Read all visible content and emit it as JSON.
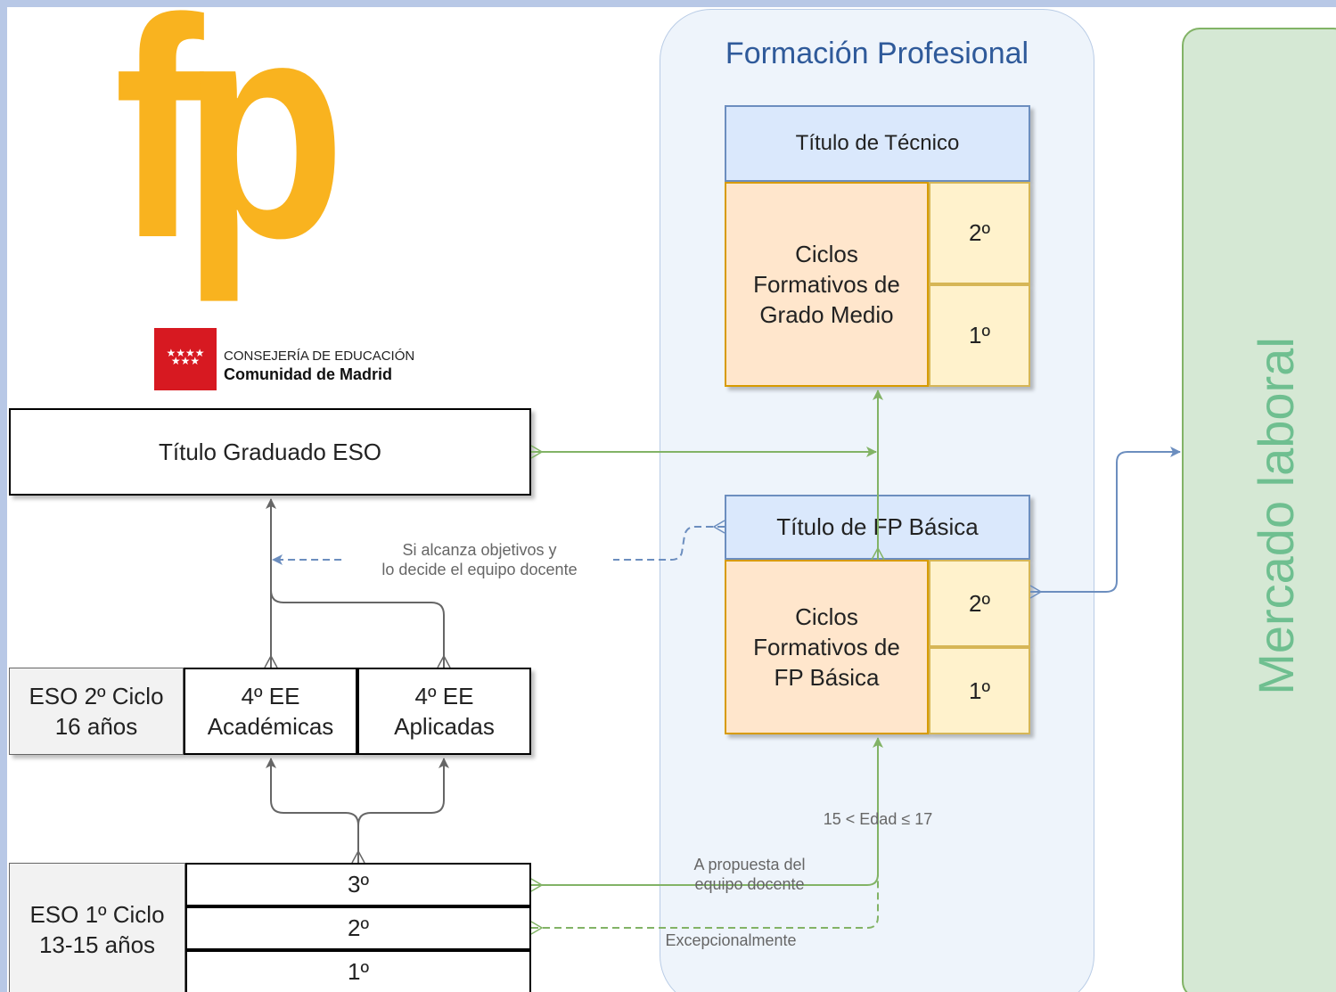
{
  "logo": {
    "fp_text": "fp",
    "line1": "CONSEJERÍA DE EDUCACIÓN",
    "line2": "Comunidad de Madrid",
    "colors": {
      "fp": "#f9b31f",
      "flag": "#d71921"
    }
  },
  "fp_container": {
    "title": "Formación Profesional"
  },
  "mercado": {
    "label": "Mercado laboral"
  },
  "grado_medio": {
    "header": "Título de Técnico",
    "label": "Ciclos\nFormativos de\nGrado Medio",
    "year2": "2º",
    "year1": "1º"
  },
  "fp_basica": {
    "header": "Título de FP Básica",
    "label": "Ciclos\nFormativos de\nFP Básica",
    "year2": "2º",
    "year1": "1º"
  },
  "titulo_eso": {
    "label": "Título Graduado ESO"
  },
  "eso2": {
    "label": "ESO 2º Ciclo\n16 años",
    "academicas": "4º EE\nAcadémicas",
    "aplicadas": "4º EE\nAplicadas"
  },
  "eso1": {
    "label": "ESO 1º Ciclo\n13-15 años",
    "y3": "3º",
    "y2": "2º",
    "y1": "1º"
  },
  "edges": {
    "si_alcanza": "Si alcanza objetivos y\nlo decide el equipo docente",
    "edad": "15 < Edad ≤ 17",
    "propuesta": "A propuesta del\nequipo docente",
    "excepcional": "Excepcionalmente"
  },
  "colors": {
    "green": "#82b366",
    "blue": "#6c8ebf",
    "gray": "#666666",
    "fp_bg": "#eef4fb",
    "mercado_bg": "#d5e8d4",
    "mercado_text": "#6fbf90"
  }
}
